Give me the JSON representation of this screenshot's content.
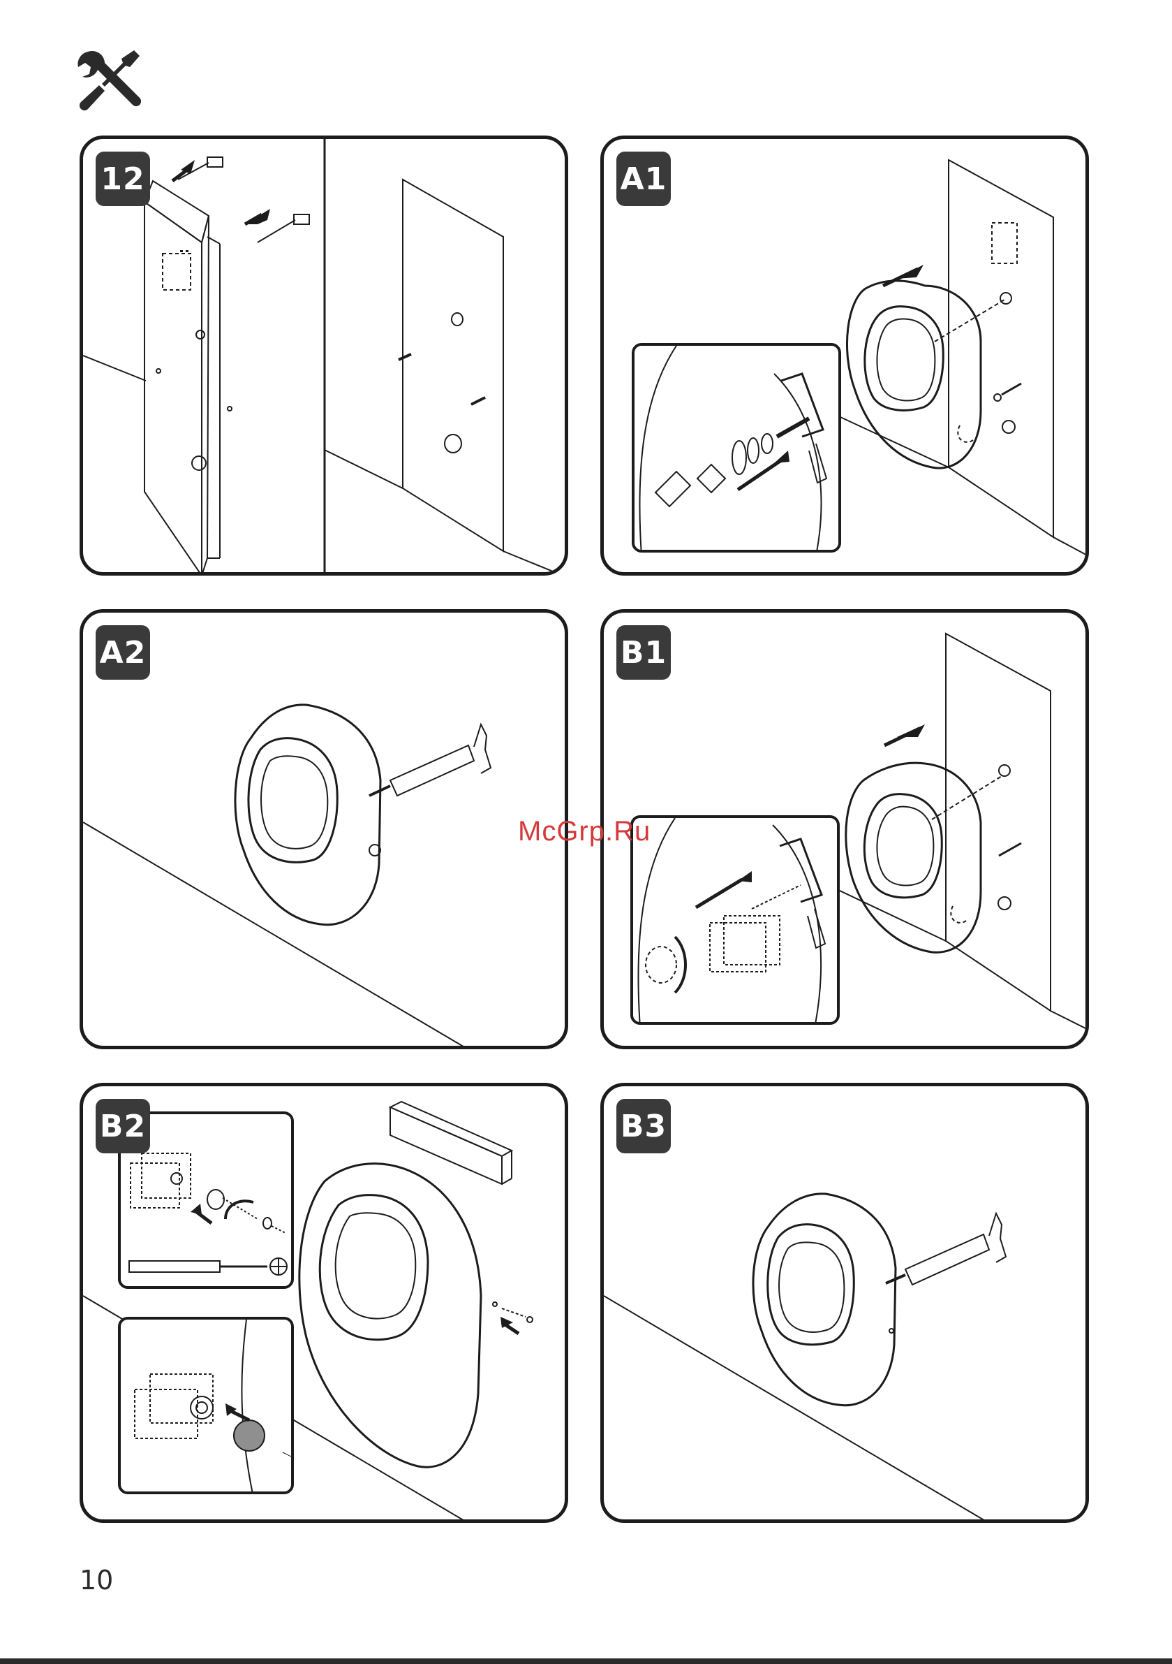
{
  "header": {
    "icon": "tools-icon"
  },
  "panels": [
    {
      "id": "12",
      "label": "12"
    },
    {
      "id": "A1",
      "label": "A1"
    },
    {
      "id": "A2",
      "label": "A2"
    },
    {
      "id": "B1",
      "label": "B1"
    },
    {
      "id": "B2",
      "label": "B2"
    },
    {
      "id": "B3",
      "label": "B3"
    }
  ],
  "footer": {
    "page_number": "10"
  },
  "watermark": {
    "text": "McGrp.Ru"
  },
  "colors": {
    "line": "#1c1c1c",
    "badge": "#3a3a3a",
    "watermark": "#d43a3a"
  }
}
